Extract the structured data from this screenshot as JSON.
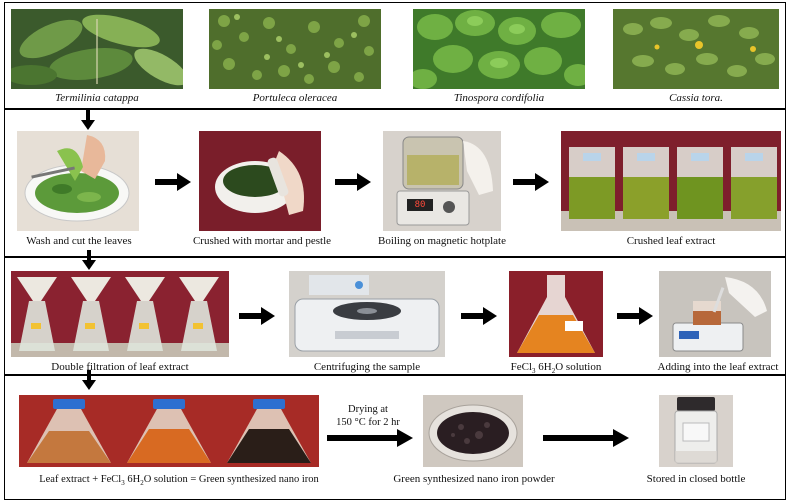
{
  "row1": {
    "plants": [
      "Termilinia catappa",
      "Portuleca oleracea",
      "Tinospora cordifolia",
      "Cassia tora."
    ]
  },
  "row2": {
    "steps": [
      "Wash and cut the leaves",
      "Crushed with mortar and pestle",
      "Boiling on magnetic hotplate",
      "Crushed leaf extract"
    ],
    "hotplate_display": "80"
  },
  "row3": {
    "steps": [
      "Double filtration of leaf extract",
      "Centrifuging the sample",
      "Adding into the leaf extract"
    ],
    "fecl3_prefix": "FeCl",
    "fecl3_sub3": "3",
    "fecl3_mid": " 6H",
    "fecl3_sub2": "2",
    "fecl3_suffix": "O solution"
  },
  "row4": {
    "eq_prefix": "Leaf extract +  FeCl",
    "eq_sub3": "3",
    "eq_mid": " 6H",
    "eq_sub2": "2",
    "eq_suffix": "O solution = Green synthesized nano iron",
    "drying_line1": "Drying at",
    "drying_line2": "150 °C for 2 hr",
    "powder_label": "Green synthesized nano iron powder",
    "stored_label": "Stored in closed bottle"
  },
  "colors": {
    "leaf_dark": "#2f5a22",
    "leaf_light": "#7fae4a",
    "extract_green": "#8a9a2a",
    "fecl3_orange": "#e07a18",
    "nano_dark": "#2a1e18",
    "cap_blue": "#2d6fd0",
    "maroon_bg": "#8a1f2a"
  }
}
